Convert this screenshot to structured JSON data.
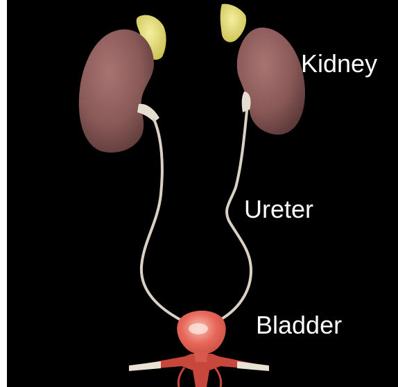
{
  "labels": {
    "kidney": "Kidney",
    "ureter": "Ureter",
    "bladder": "Bladder"
  },
  "colors": {
    "background": "#000000",
    "kidney": "#8a5a58",
    "adrenal_gland": "#e8e07a",
    "ureter": "#d9d2c4",
    "bladder": "#e8685a",
    "urethra": "#c8473c",
    "label_text": "#ffffff"
  }
}
